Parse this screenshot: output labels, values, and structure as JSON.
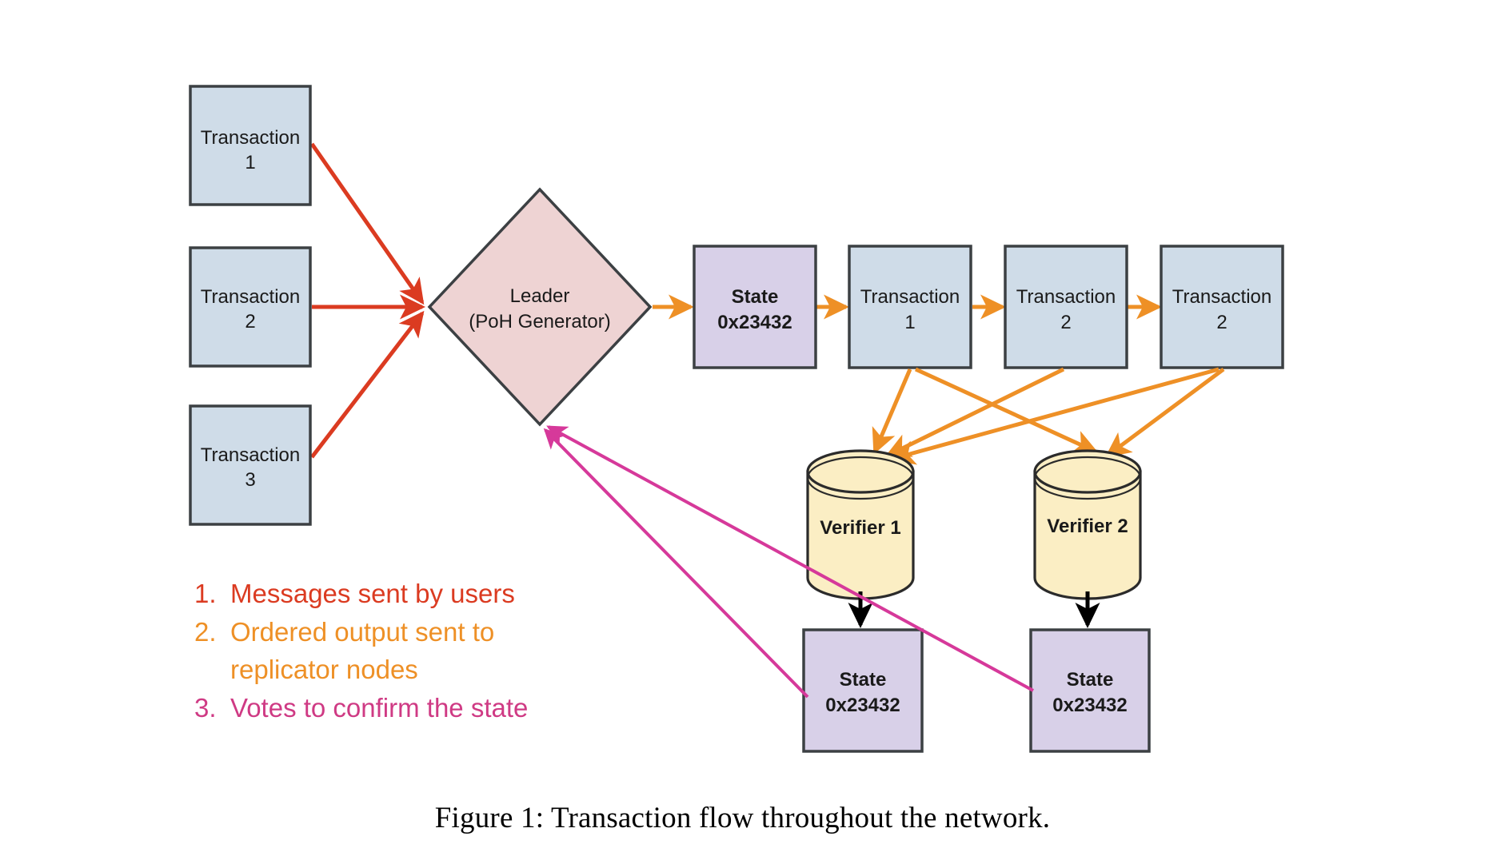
{
  "figure": {
    "caption": "Figure 1: Transaction flow throughout the network."
  },
  "colors": {
    "transaction_fill": "#cfdce8",
    "transaction_stroke": "#3c4043",
    "leader_fill": "#eed3d3",
    "leader_stroke": "#3c4043",
    "state_fill": "#d8d0e8",
    "state_stroke": "#3c4043",
    "verifier_fill": "#fbeec4",
    "verifier_stroke": "#2b2b2b",
    "arrow_red": "#db3b21",
    "arrow_orange": "#ee9026",
    "arrow_pink": "#d6399a",
    "arrow_black": "#000000",
    "text": "#1a1a1a"
  },
  "inputs": [
    {
      "id": "tx-in-1",
      "line1": "Transaction",
      "line2": "1"
    },
    {
      "id": "tx-in-2",
      "line1": "Transaction",
      "line2": "2"
    },
    {
      "id": "tx-in-3",
      "line1": "Transaction",
      "line2": "3"
    }
  ],
  "leader": {
    "line1": "Leader",
    "line2": "(PoH Generator)"
  },
  "ledger": [
    {
      "id": "ledger-state",
      "line1": "State",
      "line2": "0x23432",
      "bold": true
    },
    {
      "id": "ledger-tx-1",
      "line1": "Transaction",
      "line2": "1",
      "bold": false
    },
    {
      "id": "ledger-tx-2",
      "line1": "Transaction",
      "line2": "2",
      "bold": false
    },
    {
      "id": "ledger-tx-3",
      "line1": "Transaction",
      "line2": "2",
      "bold": false
    }
  ],
  "verifiers": [
    {
      "id": "verifier-1",
      "label": "Verifier 1"
    },
    {
      "id": "verifier-2",
      "label": "Verifier 2"
    }
  ],
  "verifier_states": [
    {
      "id": "verifier-1-state",
      "line1": "State",
      "line2": "0x23432"
    },
    {
      "id": "verifier-2-state",
      "line1": "State",
      "line2": "0x23432"
    }
  ],
  "legend": [
    {
      "num": "1.",
      "text": "Messages sent by users",
      "color": "#db3b21",
      "line2": ""
    },
    {
      "num": "2.",
      "text": "Ordered output sent to",
      "color": "#ee9026",
      "line2": "replicator nodes"
    },
    {
      "num": "3.",
      "text": "Votes to confirm the state",
      "color": "#cf3a84",
      "line2": ""
    }
  ]
}
